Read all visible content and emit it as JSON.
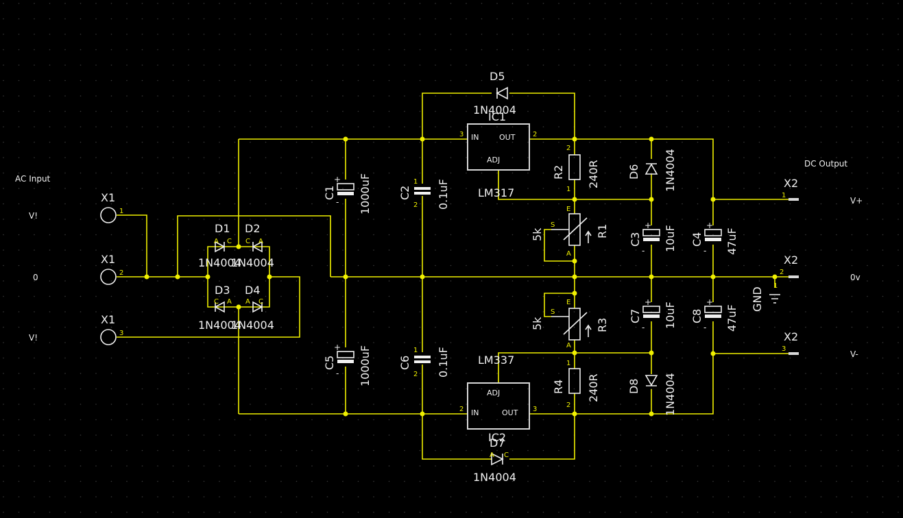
{
  "labels": {
    "ac_input": "AC Input",
    "dc_output": "DC Output",
    "v1": "V!",
    "zero": "0",
    "v2": "V!",
    "vplus": "V+",
    "zerov": "0v",
    "vminus": "V-"
  },
  "connectors": {
    "x1a": "X1",
    "x1b": "X1",
    "x1c": "X1",
    "x2a": "X2",
    "x2b": "X2",
    "x2c": "X2",
    "p1": "1",
    "p2": "2",
    "p3": "3",
    "q1": "1",
    "q2": "2",
    "q3": "3"
  },
  "diodes": {
    "d1": "D1",
    "d2": "D2",
    "d3": "D3",
    "d4": "D4",
    "d5": "D5",
    "d6": "D6",
    "d7": "D7",
    "d8": "D8",
    "v1": "1N4004",
    "v2": "1N4004",
    "v3": "1N4004",
    "v4": "1N4004",
    "v5": "1N4004",
    "v6": "1N4004",
    "v7": "1N4004",
    "v8": "1N4004"
  },
  "capacitors": {
    "c1": "C1",
    "c1v": "1000uF",
    "c2": "C2",
    "c2v": "0.1uF",
    "c3": "C3",
    "c3v": "10uF",
    "c4": "C4",
    "c4v": "47uF",
    "c5": "C5",
    "c5v": "1000uF",
    "c6": "C6",
    "c6v": "0.1uF",
    "c7": "C7",
    "c7v": "10uF",
    "c8": "C8",
    "c8v": "47uF"
  },
  "resistors": {
    "r1": "R1",
    "r1v": "5k",
    "r2": "R2",
    "r2v": "240R",
    "r3": "R3",
    "r3v": "5k",
    "r4": "R4",
    "r4v": "240R"
  },
  "ics": {
    "ic1": "IC1",
    "ic1v": "LM317",
    "ic2": "IC2",
    "ic2v": "LM337",
    "in": "IN",
    "out": "OUT",
    "adj": "ADJ"
  },
  "gnd": "GND",
  "pin_letters": {
    "a": "A",
    "c": "C",
    "e": "E",
    "s": "S",
    "plus": "+",
    "minus": "-"
  }
}
